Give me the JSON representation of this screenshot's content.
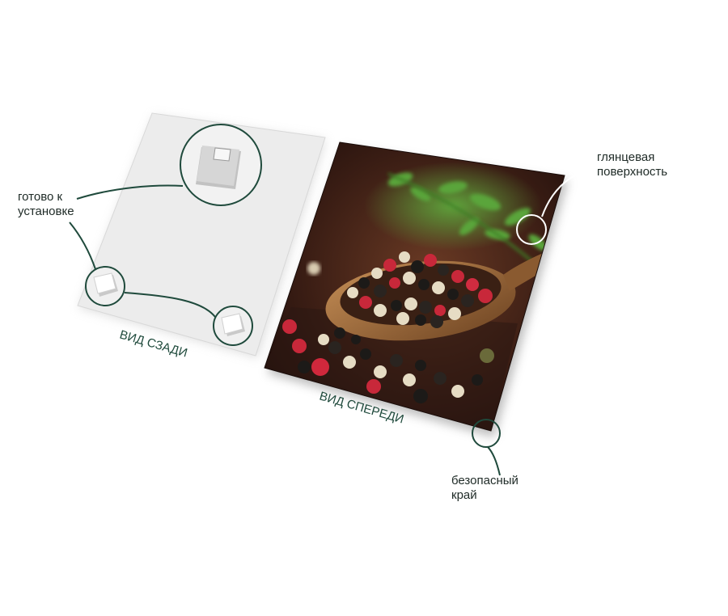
{
  "back_view": {
    "title": "ВИД СЗАДИ",
    "callout_ready": [
      "готово к",
      "установке"
    ]
  },
  "front_view": {
    "title": "ВИД СПЕРЕДИ",
    "callout_glossy": [
      "глянцевая",
      "поверхность"
    ],
    "callout_edge": [
      "безопасный",
      "край"
    ]
  },
  "colors": {
    "accent": "#1f4a3c",
    "back_panel": "#ececec",
    "photo_dark": "#2a1510",
    "spoon": "#9a6a3c",
    "pepper_red": "#c8283a",
    "pepper_black": "#1c1a18",
    "pepper_white": "#e6dcc4",
    "herb": "#4f9a36"
  },
  "icons": [
    "hanger-bracket-icon",
    "corner-bumper-icon"
  ]
}
